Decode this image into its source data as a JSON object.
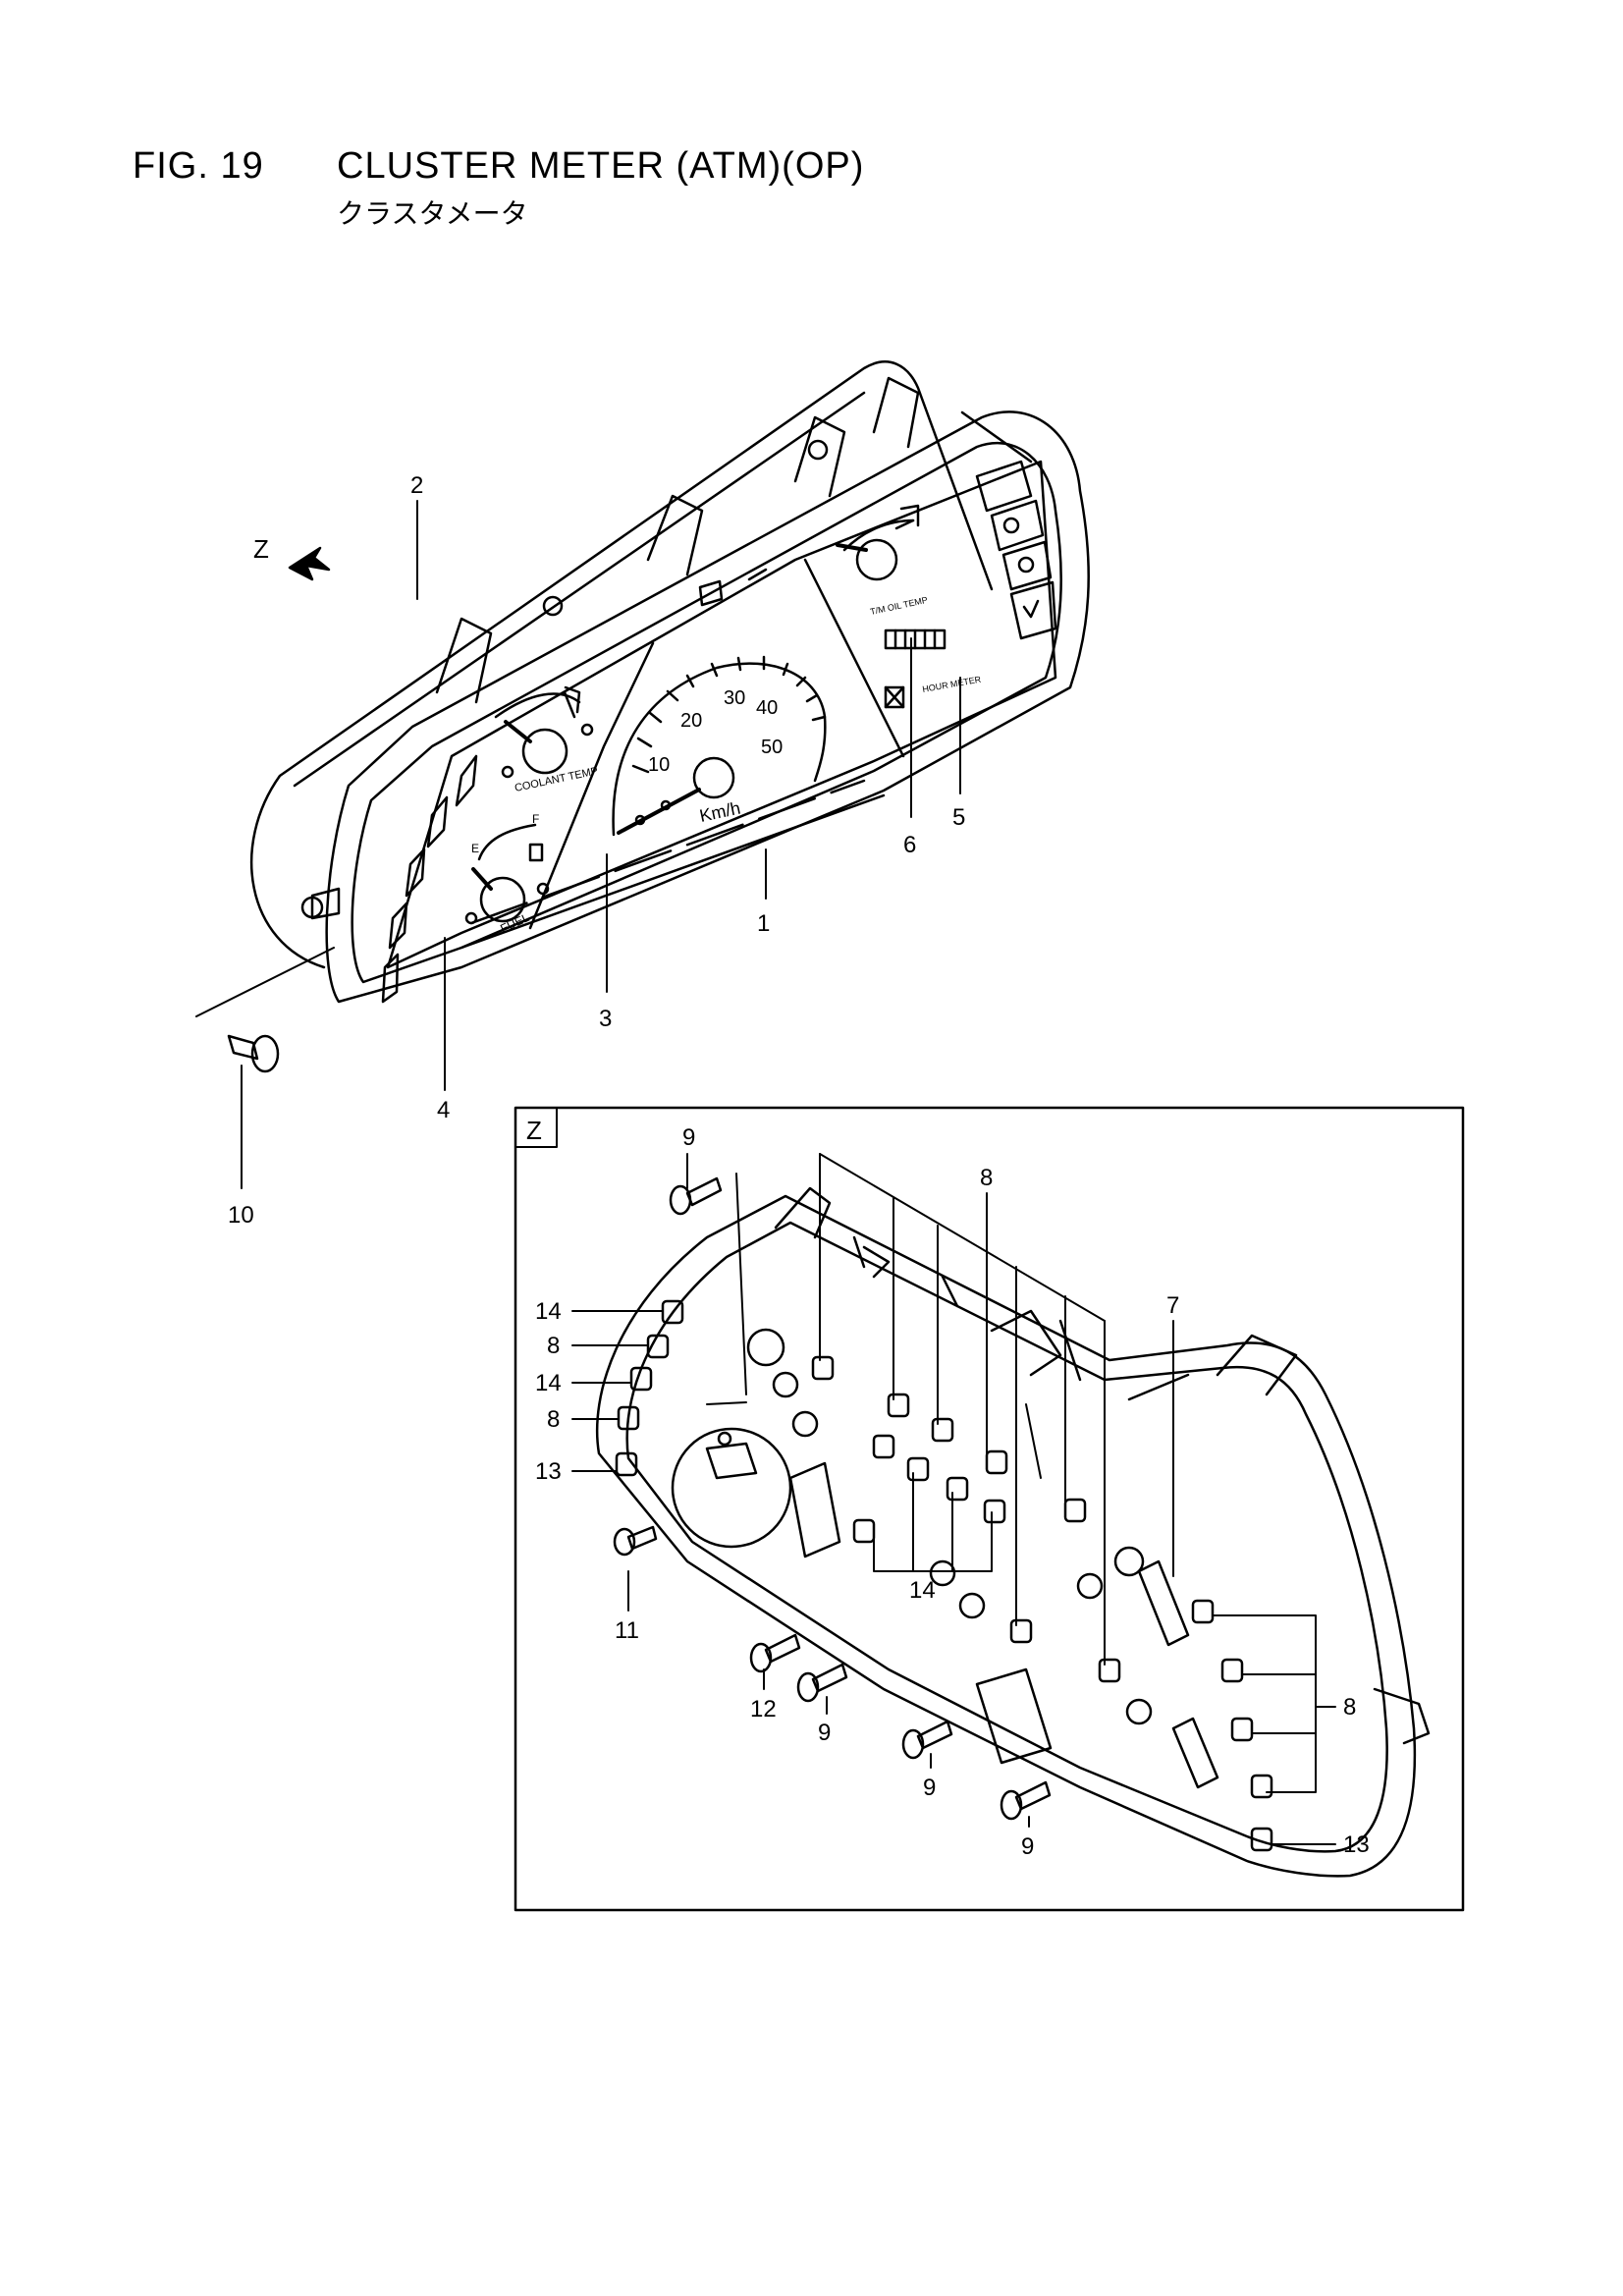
{
  "header": {
    "figure_number": "FIG. 19",
    "title": "CLUSTER METER (ATM)(OP)",
    "subtitle": "クラスタメータ"
  },
  "view_marker": "Z",
  "detail_box_label": "Z",
  "gauges": {
    "coolant": "COOLANT TEMP",
    "fuel": "FUEL",
    "fuel_empty": "E",
    "fuel_full": "F",
    "speed_unit": "Km/h",
    "speed_ticks": [
      "10",
      "20",
      "30",
      "40",
      "50"
    ],
    "oil": "T/M OIL TEMP",
    "hour": "HOUR METER"
  },
  "callouts_main": [
    "1",
    "2",
    "3",
    "4",
    "5",
    "6",
    "10"
  ],
  "callouts_detail": [
    "9",
    "8",
    "14",
    "8",
    "14",
    "8",
    "13",
    "7",
    "14",
    "11",
    "12",
    "9",
    "9",
    "9",
    "8",
    "13"
  ]
}
